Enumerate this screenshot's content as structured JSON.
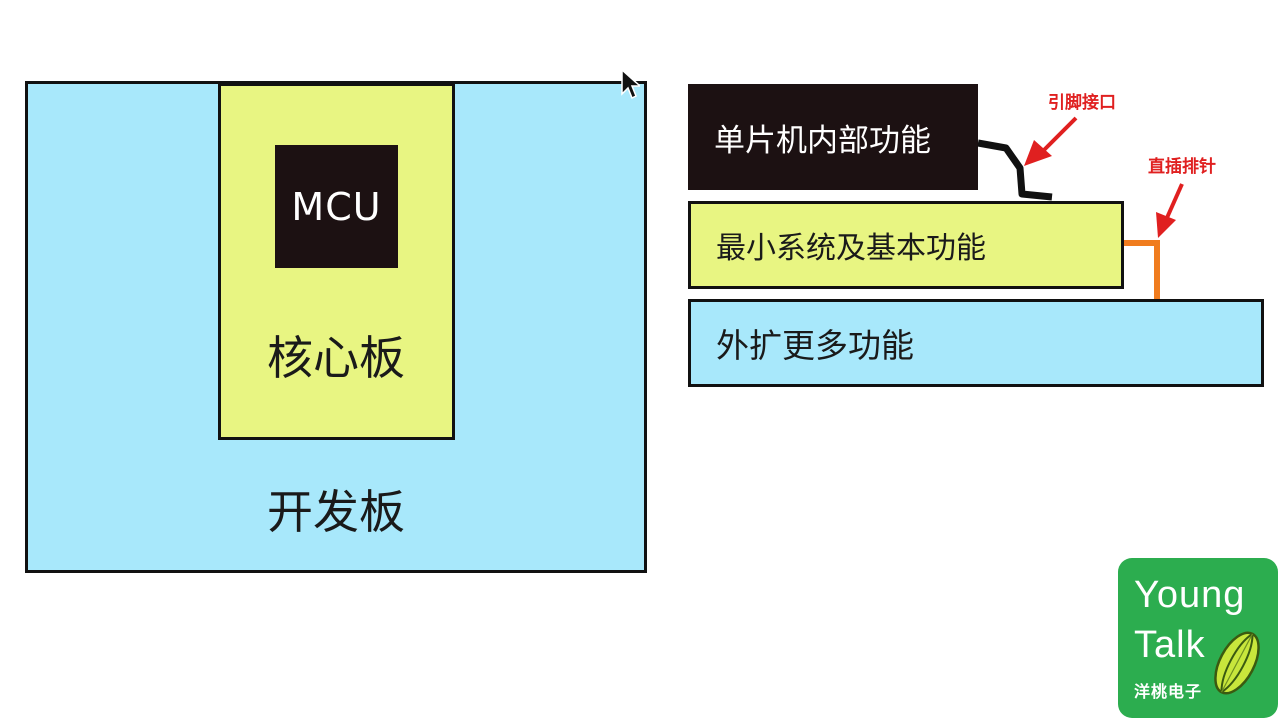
{
  "left_diagram": {
    "mcu_label": "MCU",
    "core_board_label": "核心板",
    "dev_board_label": "开发板"
  },
  "right_diagram": {
    "layers": {
      "top": "单片机内部功能",
      "middle": "最小系统及基本功能",
      "bottom": "外扩更多功能"
    },
    "annotations": {
      "pins": "引脚接口",
      "header": "直插排针"
    }
  },
  "logo": {
    "line1": "Young",
    "line2": "Talk",
    "chinese": "洋桃电子"
  },
  "colors": {
    "light_blue": "#a8e8fb",
    "light_yellow": "#e8f582",
    "dark": "#1c1112",
    "annotation_red": "#e02020",
    "header_orange": "#f07c1e",
    "logo_green": "#2cad4f"
  }
}
